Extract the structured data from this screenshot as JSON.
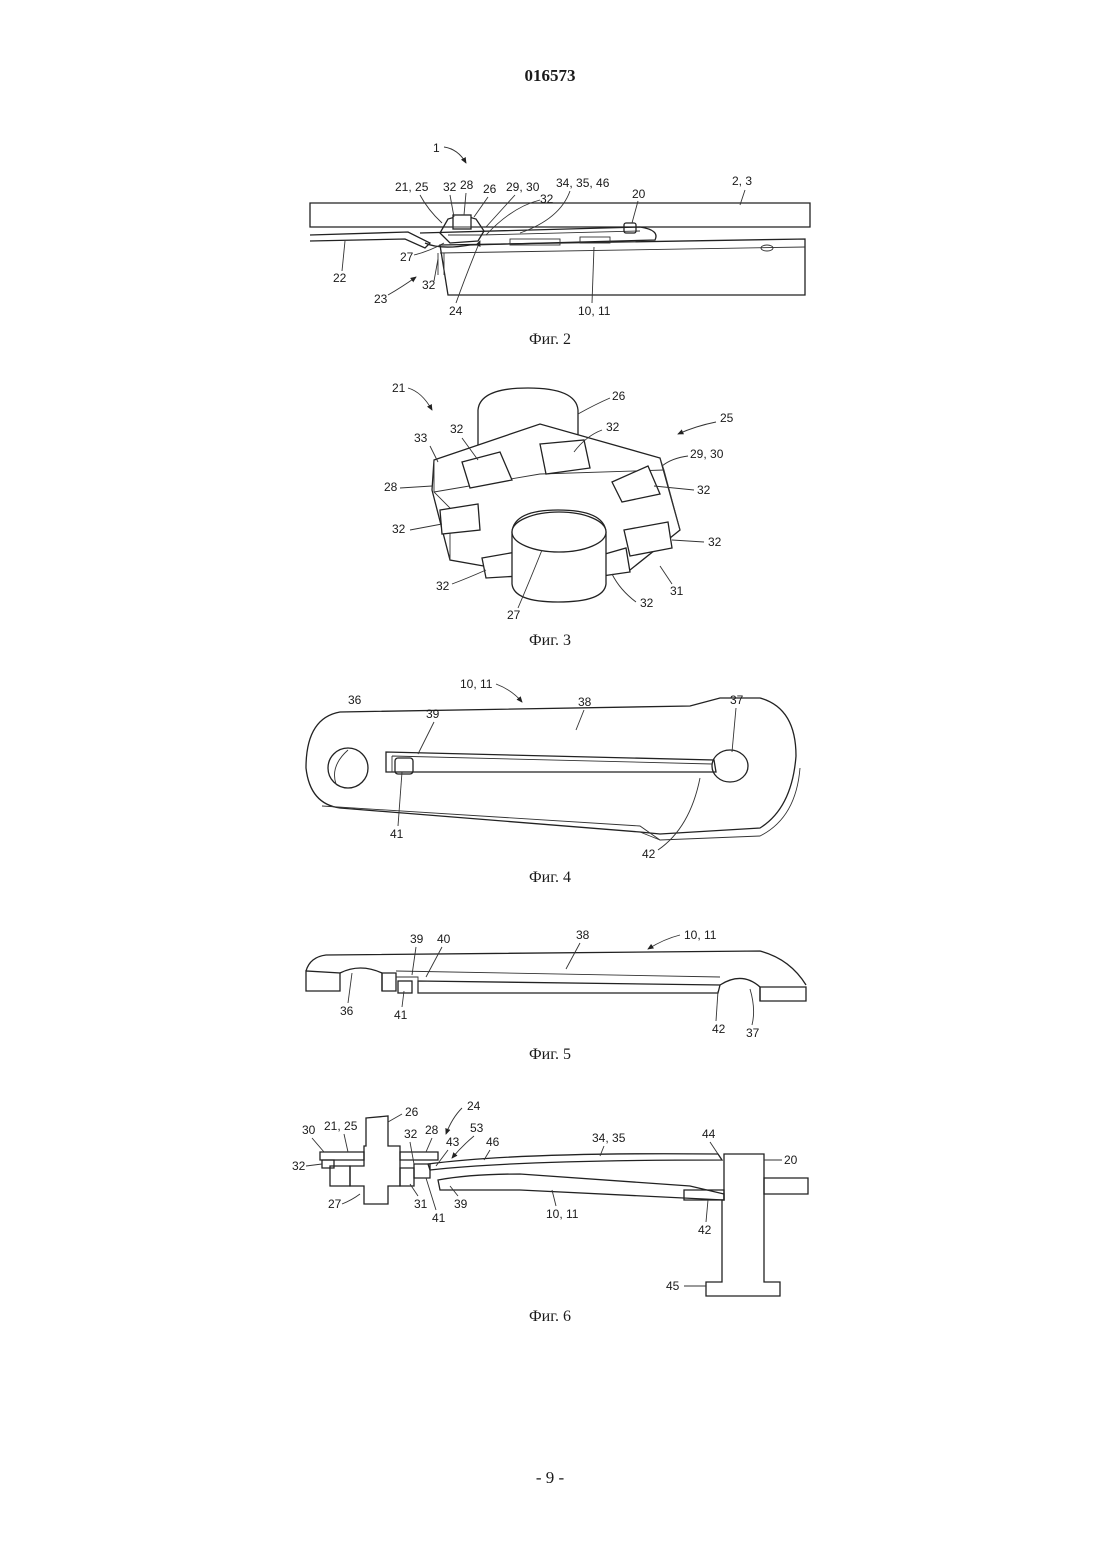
{
  "header": {
    "doc_number": "016573"
  },
  "footer": {
    "page_number": "- 9 -"
  },
  "figures": [
    {
      "caption": "Фиг. 2",
      "labels": [
        "1",
        "21, 25",
        "32",
        "28",
        "26",
        "29, 30",
        "34, 35, 46",
        "32",
        "20",
        "2, 3",
        "22",
        "27",
        "32",
        "23",
        "24",
        "10, 11"
      ]
    },
    {
      "caption": "Фиг. 3",
      "labels": [
        "21",
        "26",
        "25",
        "33",
        "32",
        "32",
        "29, 30",
        "28",
        "32",
        "32",
        "32",
        "32",
        "32",
        "31",
        "27"
      ]
    },
    {
      "caption": "Фиг. 4",
      "labels": [
        "10, 11",
        "38",
        "36",
        "39",
        "37",
        "41",
        "42"
      ]
    },
    {
      "caption": "Фиг. 5",
      "labels": [
        "39",
        "40",
        "38",
        "10, 11",
        "36",
        "41",
        "42",
        "37"
      ]
    },
    {
      "caption": "Фиг. 6",
      "labels": [
        "24",
        "30",
        "21, 25",
        "26",
        "32",
        "28",
        "53",
        "43",
        "46",
        "34, 35",
        "44",
        "20",
        "32",
        "27",
        "31",
        "41",
        "39",
        "10, 11",
        "42",
        "45"
      ]
    }
  ]
}
